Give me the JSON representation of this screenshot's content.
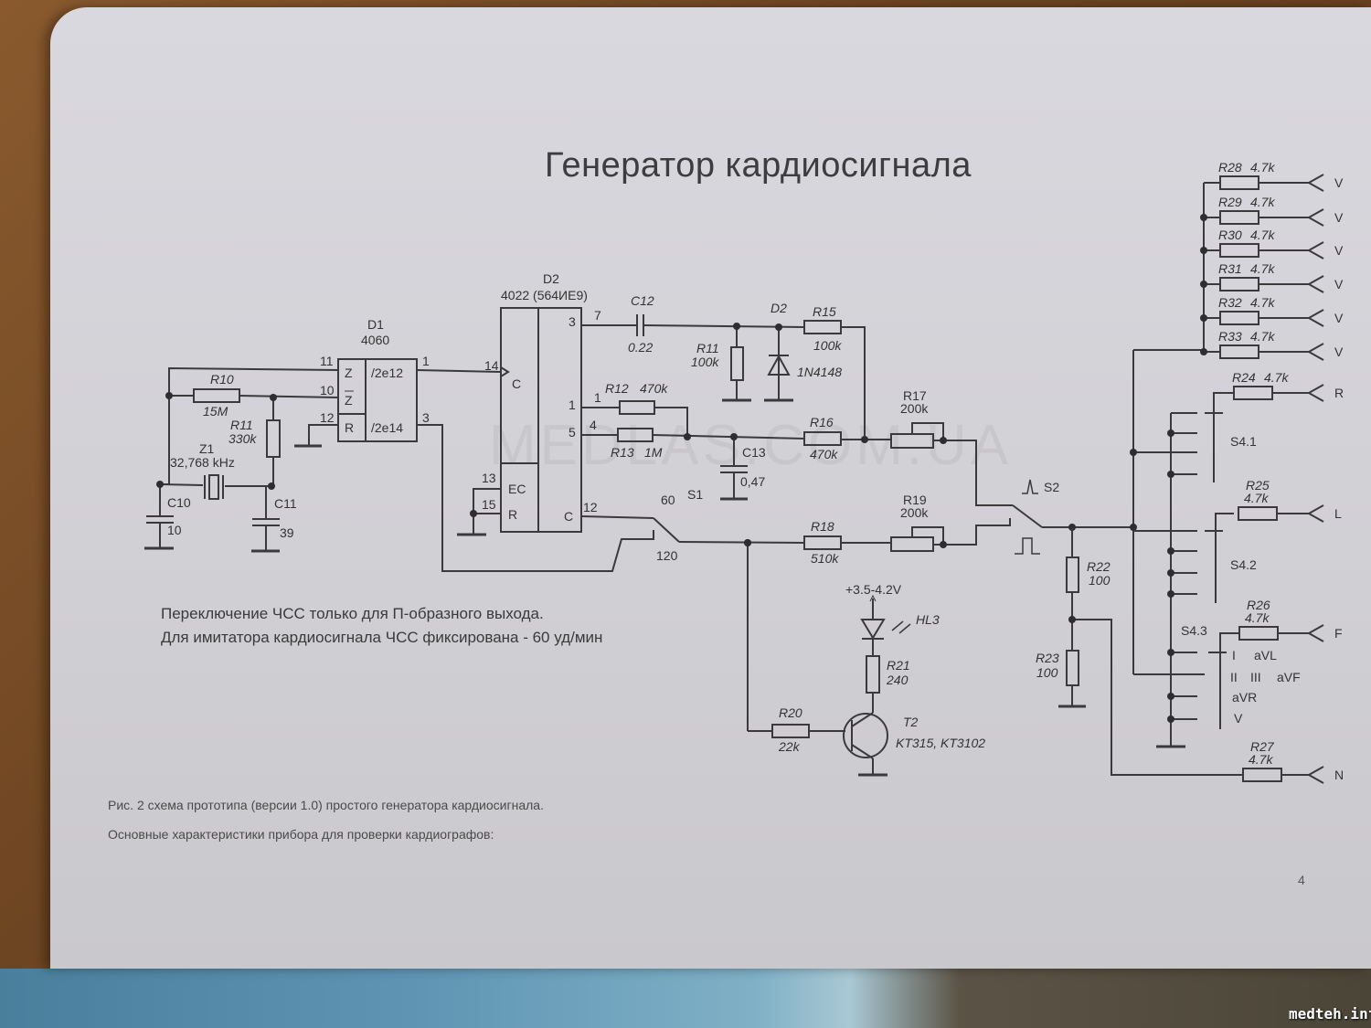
{
  "document": {
    "title": "Генератор кардиосигнала",
    "notes": [
      "Переключение ЧСС только для П-образного выхода.",
      "Для имитатора кардиосигнала ЧСС фиксирована - 60 уд/мин"
    ],
    "caption": "Рис. 2 схема прототипа (версии 1.0) простого генератора кардиосигнала.",
    "subheading": "Основные характеристики прибора для проверки кардиографов:",
    "page_number": "4",
    "watermark": "MEDLAS.COM.UA",
    "site_watermark": "medteh.info"
  },
  "components": {
    "D1": {
      "ref": "D1",
      "part": "4060",
      "pins": {
        "11": "11",
        "10": "10",
        "12": "12",
        "1": "1",
        "3": "3"
      },
      "labels": {
        "z": "Z",
        "zbar": "Z",
        "r": "R",
        "o12": "/2e12",
        "o14": "/2e14"
      }
    },
    "D2": {
      "ref": "D2",
      "part": "4022 (564ИЕ9)",
      "pins": {
        "14": "14",
        "3": "3",
        "7": "7",
        "1a": "1",
        "1b": "1",
        "5": "5",
        "4": "4",
        "13": "13",
        "15": "15",
        "12": "12"
      },
      "labels": {
        "c": "C",
        "ec": "EC",
        "r": "R",
        "c2": "C"
      }
    },
    "R10": {
      "ref": "R10",
      "value": "15M"
    },
    "R11a": {
      "ref": "R11",
      "value": "330k"
    },
    "Z1": {
      "ref": "Z1",
      "value": "32,768 kHz"
    },
    "C10": {
      "ref": "C10",
      "value": "10"
    },
    "C11": {
      "ref": "C11",
      "value": "39"
    },
    "C12": {
      "ref": "C12",
      "value": "0.22"
    },
    "R11b": {
      "ref": "R11",
      "value": "100k"
    },
    "D2diode": {
      "ref": "D2",
      "value": "1N4148"
    },
    "R15": {
      "ref": "R15",
      "value": "100k"
    },
    "R12": {
      "ref": "R12",
      "value": "470k"
    },
    "R13": {
      "ref": "R13",
      "value": "1M"
    },
    "C13": {
      "ref": "C13",
      "value": "0,47"
    },
    "R16": {
      "ref": "R16",
      "value": "470k"
    },
    "R17": {
      "ref": "R17",
      "value": "200k"
    },
    "S1": {
      "ref": "S1",
      "pos1": "60",
      "pos2": "120"
    },
    "R18": {
      "ref": "R18",
      "value": "510k"
    },
    "R19": {
      "ref": "R19",
      "value": "200k"
    },
    "S2": {
      "ref": "S2"
    },
    "R22": {
      "ref": "R22",
      "value": "100"
    },
    "R23": {
      "ref": "R23",
      "value": "100"
    },
    "supply": {
      "label": "+3.5-4.2V"
    },
    "HL3": {
      "ref": "HL3"
    },
    "R21": {
      "ref": "R21",
      "value": "240"
    },
    "R20": {
      "ref": "R20",
      "value": "22k"
    },
    "T2": {
      "ref": "T2",
      "value": "KT315, KT3102"
    },
    "S4": {
      "s41": "S4.1",
      "s42": "S4.2",
      "s43": "S4.3",
      "positions": [
        "I",
        "aVL",
        "II",
        "III",
        "aVF",
        "aVR",
        "V"
      ]
    },
    "outputs": [
      {
        "ref": "R28",
        "value": "4.7k",
        "lead": "V"
      },
      {
        "ref": "R29",
        "value": "4.7k",
        "lead": "V"
      },
      {
        "ref": "R30",
        "value": "4.7k",
        "lead": "V"
      },
      {
        "ref": "R31",
        "value": "4.7k",
        "lead": "V"
      },
      {
        "ref": "R32",
        "value": "4.7k",
        "lead": "V"
      },
      {
        "ref": "R33",
        "value": "4.7k",
        "lead": "V"
      },
      {
        "ref": "R24",
        "value": "4.7k",
        "lead": "R"
      },
      {
        "ref": "R25",
        "value": "4.7k",
        "lead": "L"
      },
      {
        "ref": "R26",
        "value": "4.7k",
        "lead": "F"
      },
      {
        "ref": "R27",
        "value": "4.7k",
        "lead": "N"
      }
    ]
  },
  "colors": {
    "paper": "#d4d3d8",
    "ink": "#3a3a3c",
    "table": "#6e4522"
  }
}
